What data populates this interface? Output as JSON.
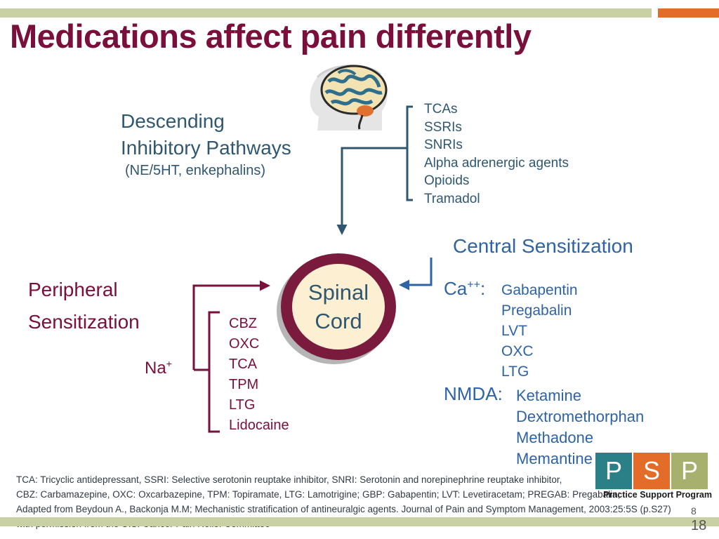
{
  "title": "Medications affect pain differently",
  "descending": {
    "title_line1": "Descending",
    "title_line2": "Inhibitory Pathways",
    "subtitle": "(NE/5HT, enkephalins)",
    "drugs": [
      "TCAs",
      "SSRIs",
      "SNRIs",
      "Alpha adrenergic agents",
      "Opioids",
      "Tramadol"
    ]
  },
  "central": {
    "title": "Central Sensitization",
    "ca_label": "Ca",
    "ca_sup": "++",
    "ca_colon": ":",
    "ca_drugs": [
      "Gabapentin",
      "Pregabalin",
      "LVT",
      "OXC",
      "LTG"
    ],
    "nmda_label": "NMDA",
    "nmda_colon": ":",
    "nmda_drugs": [
      "Ketamine",
      "Dextromethorphan",
      "Methadone",
      "Memantine"
    ]
  },
  "peripheral": {
    "title_line1": "Peripheral",
    "title_line2": "Sensitization",
    "na_label": "Na",
    "na_sup": "+",
    "drugs": [
      "CBZ",
      "OXC",
      "TCA",
      "TPM",
      "LTG",
      "Lidocaine"
    ]
  },
  "spinal_cord": {
    "line1": "Spinal",
    "line2": "Cord"
  },
  "footnotes": [
    "TCA: Tricyclic antidepressant, SSRI: Selective serotonin reuptake inhibitor, SNRI: Serotonin and norepinephrine reuptake inhibitor,",
    "CBZ: Carbamazepine, OXC: Oxcarbazepine, TPM: Topiramate, LTG: Lamotrigine; GBP: Gabapentin; LVT: Levetiracetam; PREGAB: Pregabalin;",
    "Adapted from Beydoun A., Backonja M.M; Mechanistic stratification of antineuralgic agents. Journal of Pain and Symptom Management, 2003:25:5S (p.S27)",
    "with permission from the U.S. Cancer Pain Relief Committee"
  ],
  "logo": {
    "letters": [
      "P",
      "S",
      "P"
    ],
    "caption": "Practice Support Program"
  },
  "page_number": "8",
  "slide_number": "18",
  "colors": {
    "title": "#7a0f3c",
    "descending": "#2f5770",
    "central": "#2e63a6",
    "peripheral": "#7a0f3c",
    "top_bar": "#c9d0a4",
    "accent_orange": "#e46c29",
    "logo_teal": "#2b7f86",
    "logo_orange": "#e46c29"
  }
}
